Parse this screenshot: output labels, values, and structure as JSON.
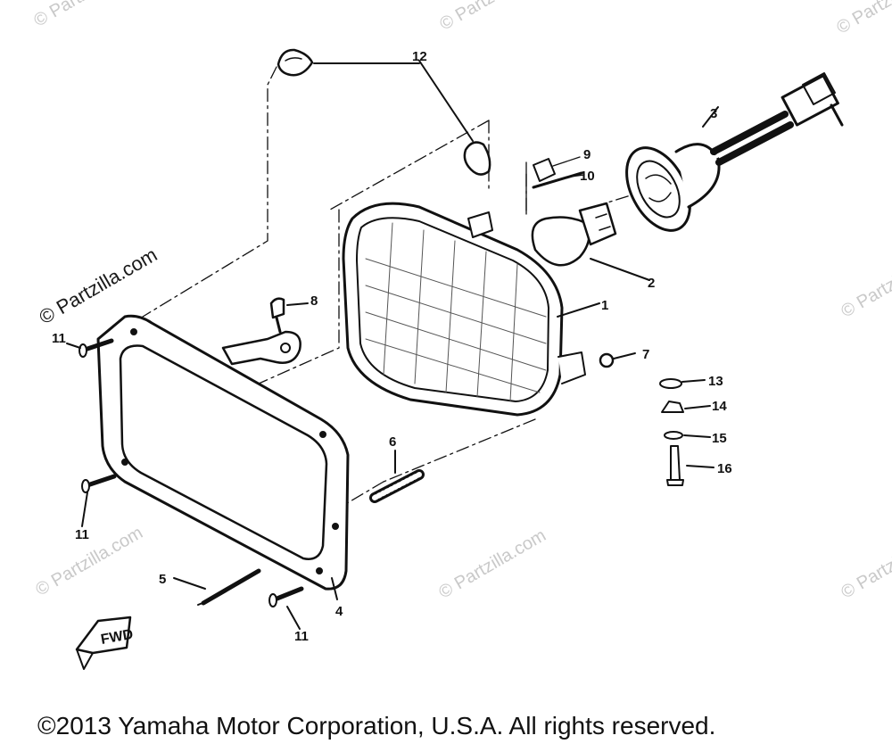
{
  "watermark": {
    "top_left": "© Partzilla.com",
    "top_mid": "© Partzilla.com",
    "top_right": "© Partzilla.com",
    "center_left": "© Partzilla.com",
    "right_mid": "© Partzilla.com",
    "bottom_left": "© Partzilla.com",
    "bottom_mid": "© Partzilla.com",
    "bottom_right": "© Partzilla.com"
  },
  "callouts": {
    "c1": "1",
    "c2": "2",
    "c3": "3",
    "c4": "4",
    "c5": "5",
    "c6": "6",
    "c7": "7",
    "c8": "8",
    "c9": "9",
    "c10": "10",
    "c11a": "11",
    "c11b": "11",
    "c11c": "11",
    "c12": "12",
    "c13": "13",
    "c14": "14",
    "c15": "15",
    "c16": "16"
  },
  "direction_label": "FWD",
  "copyright": "©2013 Yamaha Motor Corporation, U.S.A. All rights reserved."
}
